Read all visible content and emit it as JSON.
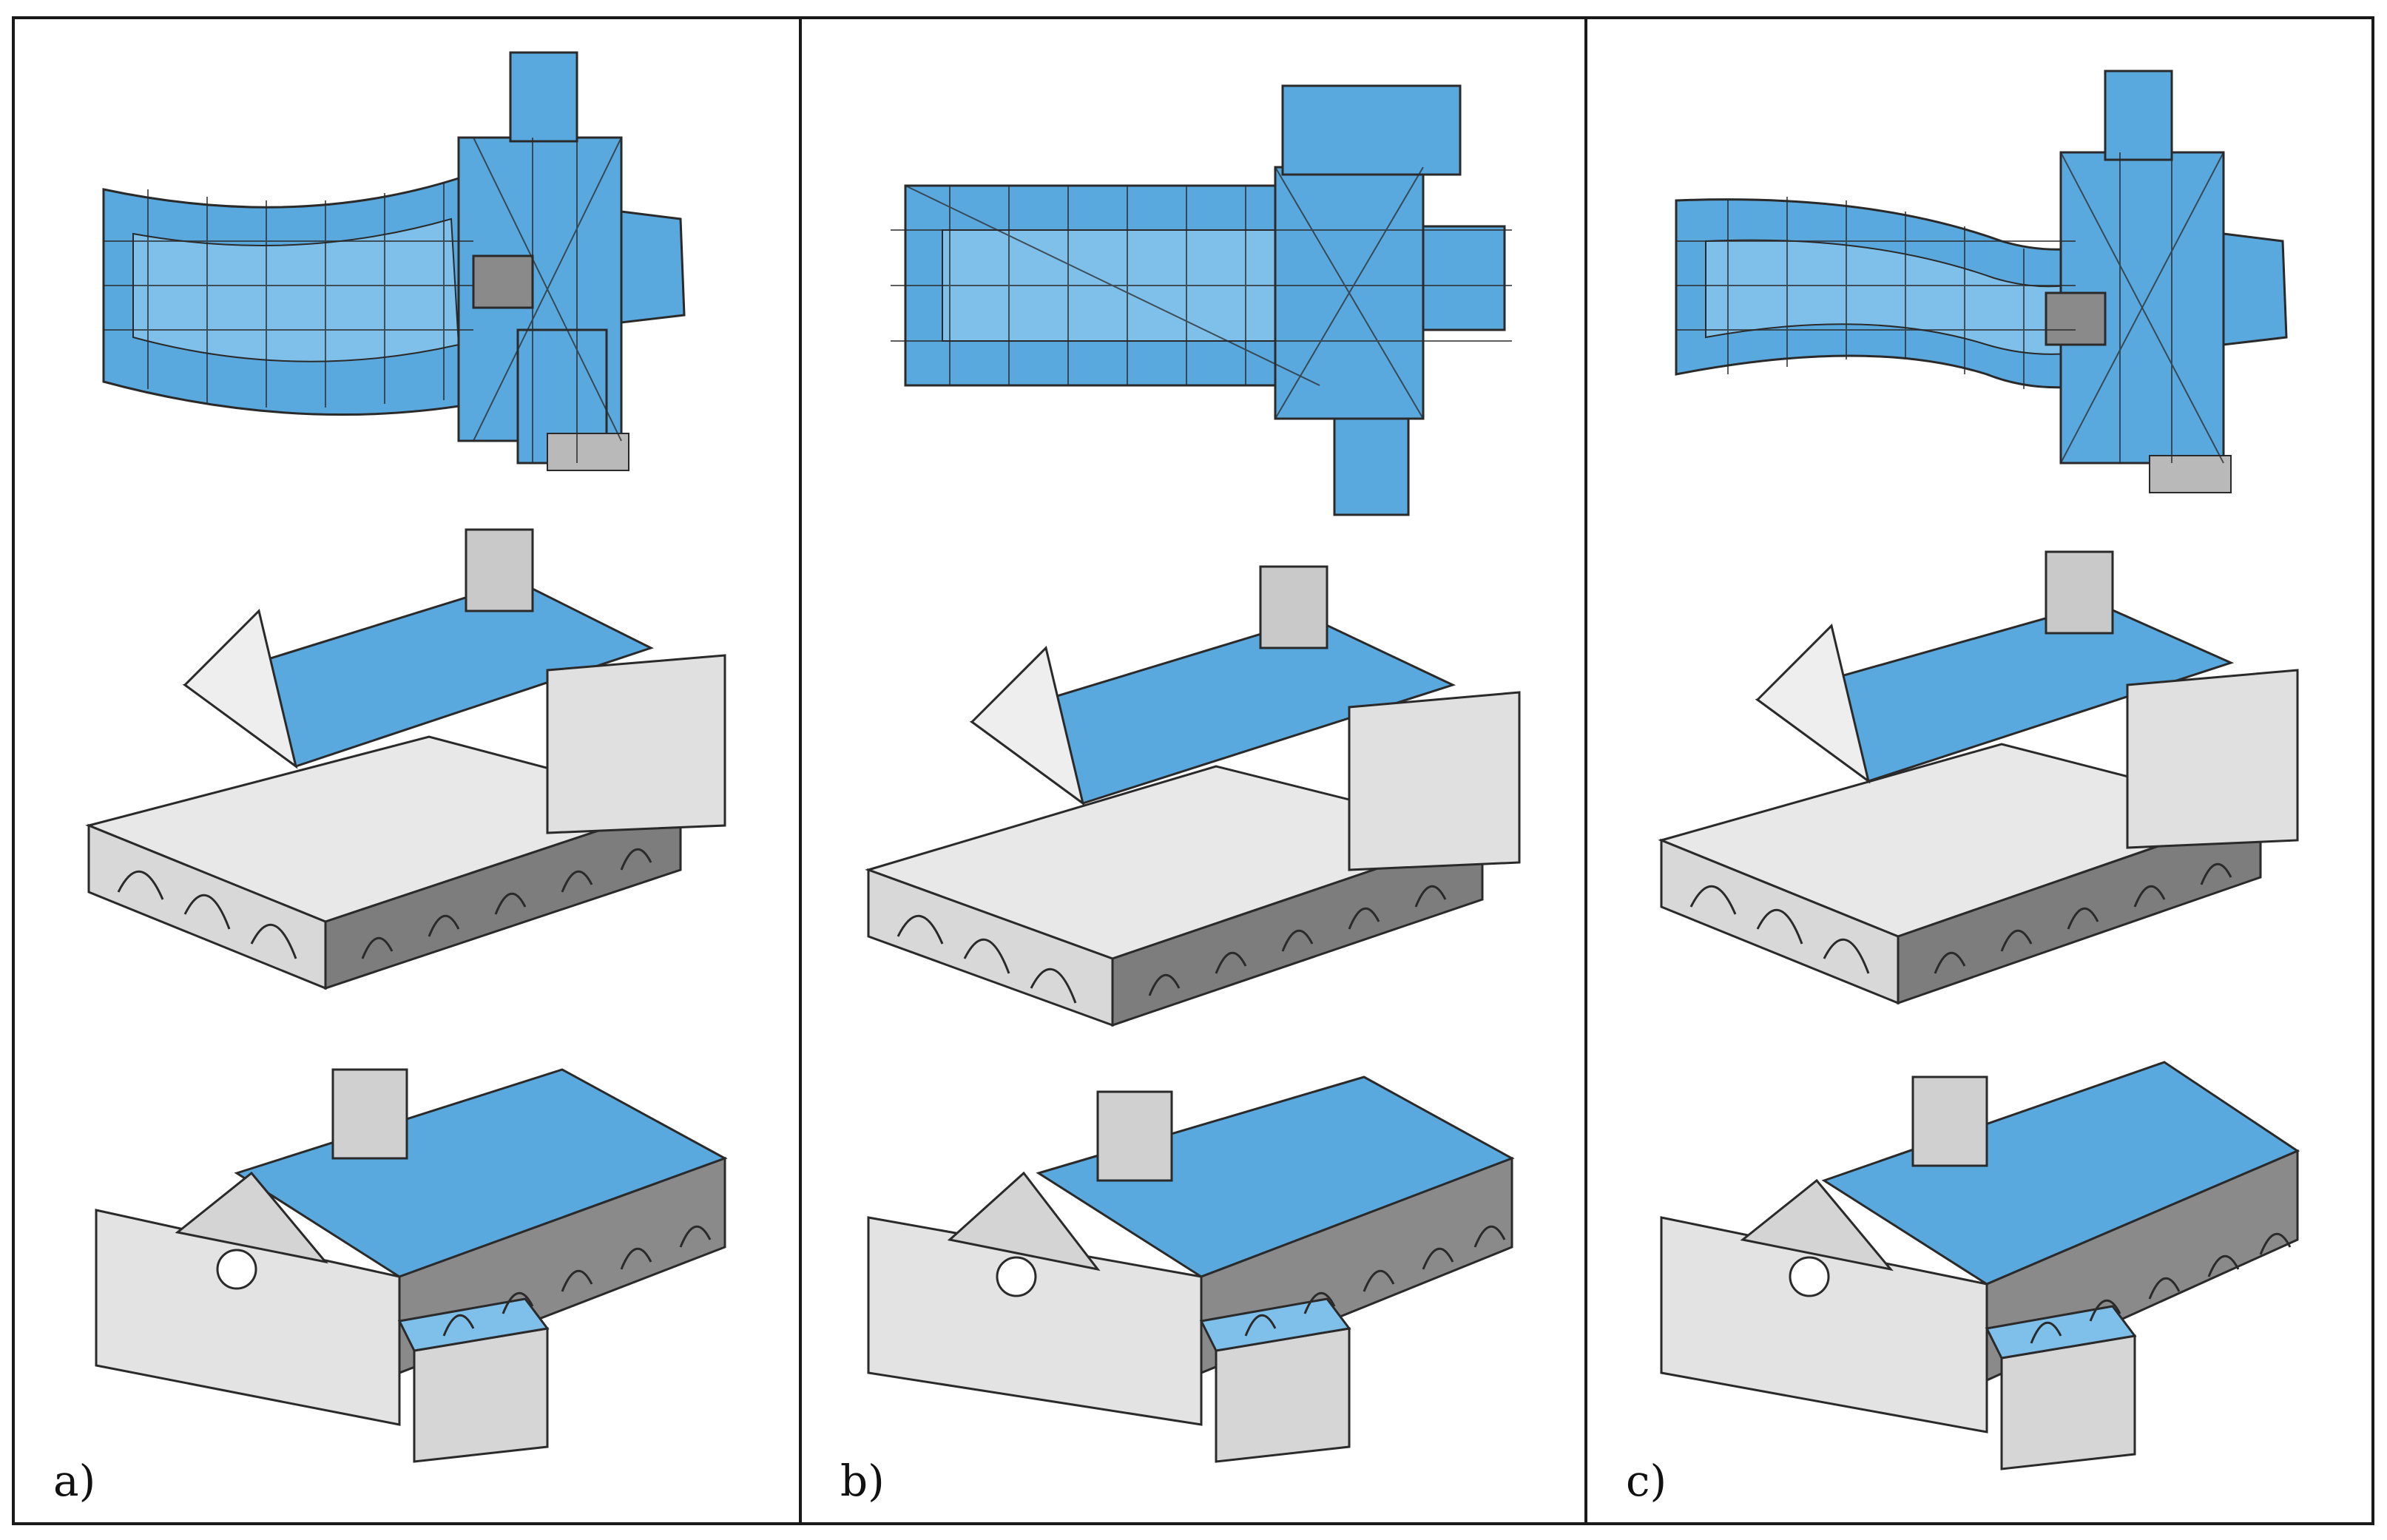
{
  "figure": {
    "panels": [
      {
        "id": "a",
        "label": "a)",
        "views": [
          "plan-view",
          "upper-3d-view",
          "lower-3d-view"
        ]
      },
      {
        "id": "b",
        "label": "b)",
        "views": [
          "plan-view",
          "upper-3d-view",
          "lower-3d-view"
        ]
      },
      {
        "id": "c",
        "label": "c)",
        "views": [
          "plan-view",
          "upper-3d-view",
          "lower-3d-view"
        ]
      }
    ],
    "colors": {
      "mesh_blue": "#5aa9de",
      "mesh_blue_light": "#9fd0f0",
      "wall_grey": "#b9b9b9",
      "wall_light": "#e8e8e8",
      "wall_dark": "#7d7d7d",
      "edge": "#2a2a2a",
      "border": "#1a1a1a"
    }
  }
}
